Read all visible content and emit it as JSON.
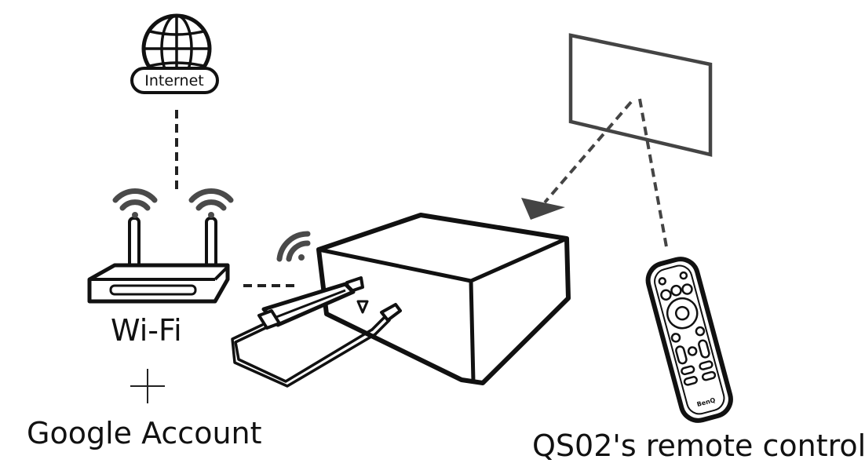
{
  "internet_label": "Internet",
  "wifi_label": "Wi-Fi",
  "google_label": "Google Account",
  "remote_label": "QS02's remote control",
  "brand_label": "BenQ",
  "colors": {
    "ink": "#111111",
    "wifi_waves": "#4a4a4a",
    "dashed_link": "#333333"
  }
}
